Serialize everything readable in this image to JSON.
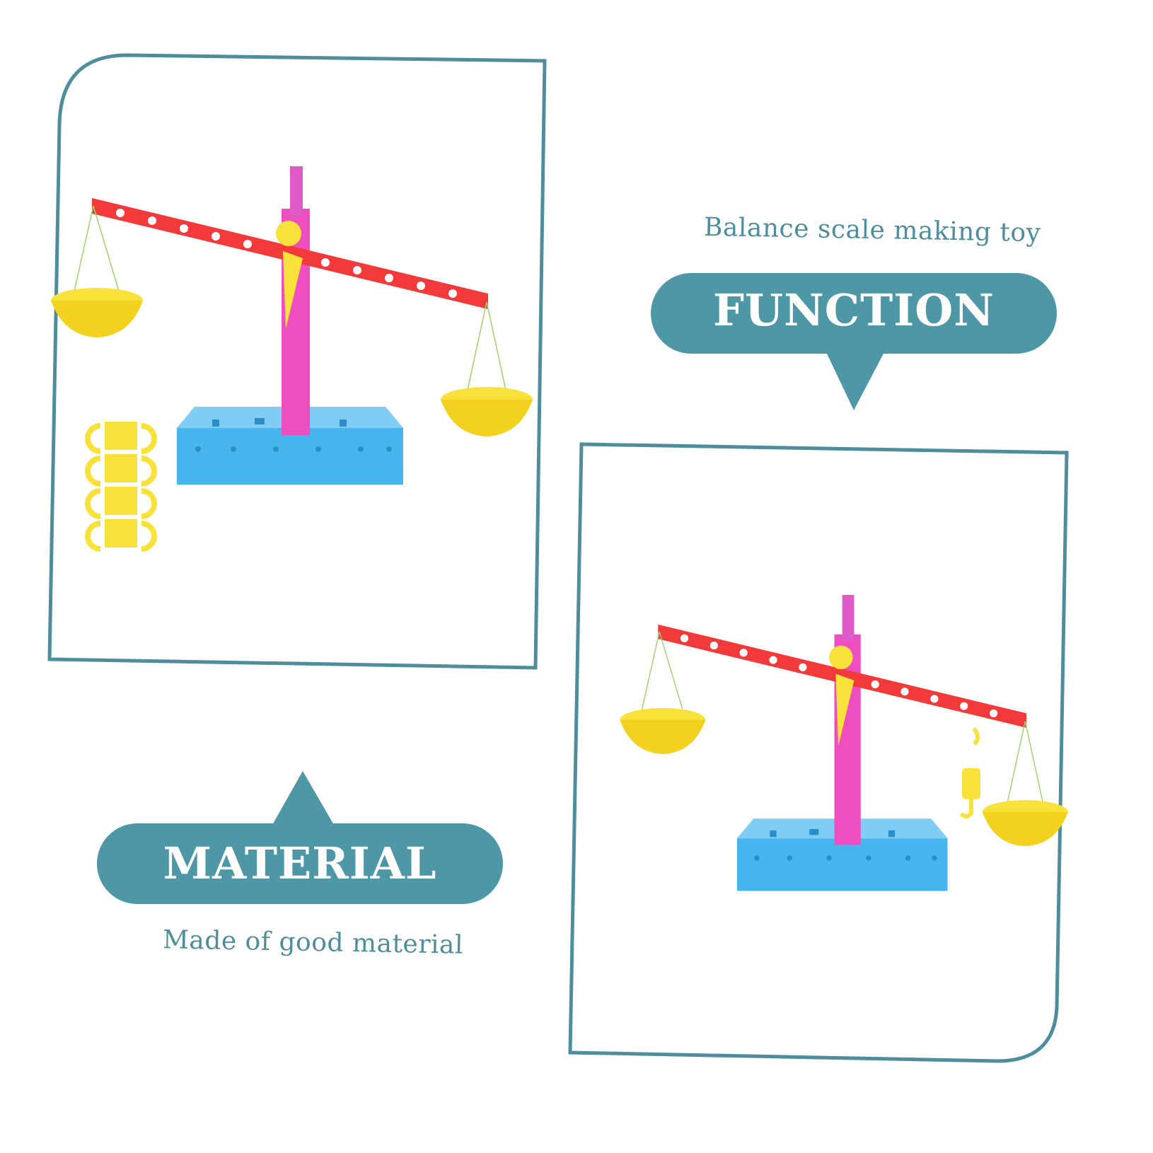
{
  "colors": {
    "teal": "#4e97a6",
    "frame": "#4e8d9c",
    "beam_red": "#f23a3a",
    "post_pink": "#ef4ec0",
    "base_blue": "#48b6ee",
    "pan_yellow": "#f8e23a"
  },
  "function": {
    "subtitle": "Balance scale making toy",
    "label": "FUNCTION"
  },
  "material": {
    "label": "MATERIAL",
    "subtitle": "Made of good material"
  },
  "icons": [
    "balance-scale-toy-icon",
    "hook-weight-icon"
  ]
}
